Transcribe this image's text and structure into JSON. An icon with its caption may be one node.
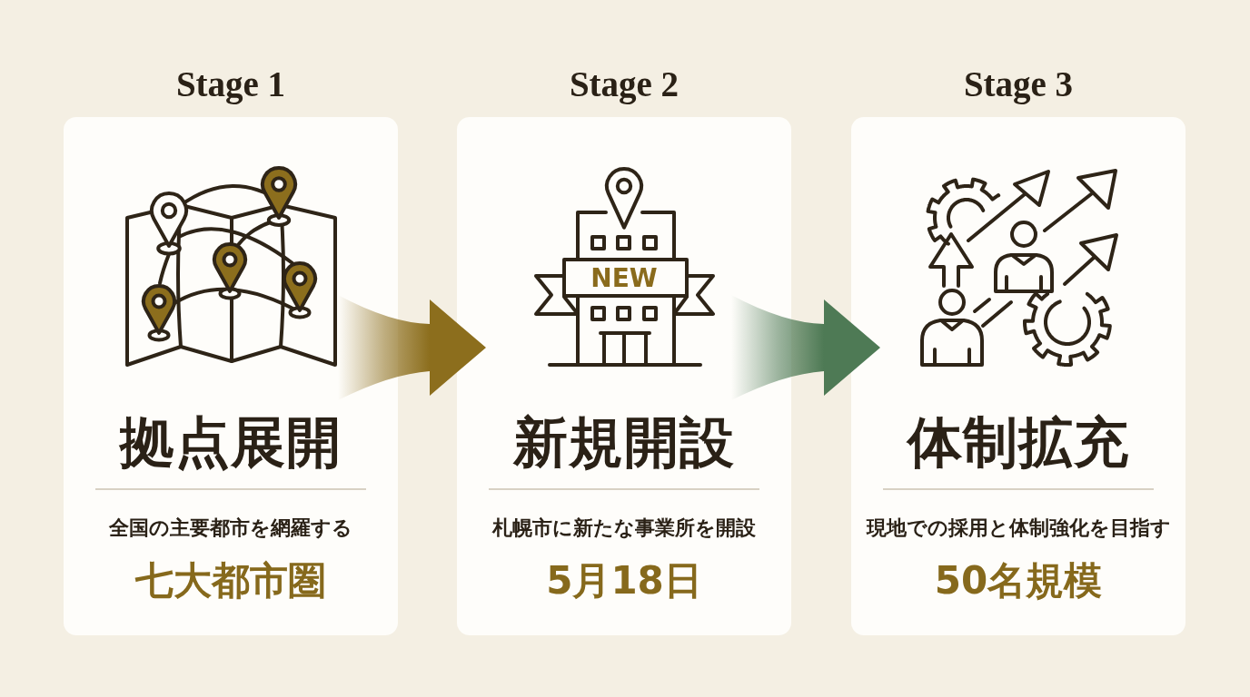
{
  "diagram": {
    "nodes": [
      {
        "text": [
          "Stage 1",
          "拠点展開",
          "全国の主要都市を網羅する",
          "七大都市圏"
        ]
      },
      {
        "text": [
          "Stage 2",
          "新規開設",
          "札幌市に新たな事業所を開設",
          "5月18日"
        ]
      },
      {
        "text": [
          "Stage 3",
          "体制拡充",
          "現地での採用と体制強化を目指す",
          "50名規模"
        ]
      }
    ],
    "edges": [
      {
        "from": 0,
        "to": 1,
        "arrow": "to",
        "color": "#8c6e1d"
      },
      {
        "from": 1,
        "to": 2,
        "arrow": "to",
        "color": "#4e7a55"
      }
    ],
    "labels": [
      "NEW"
    ]
  }
}
